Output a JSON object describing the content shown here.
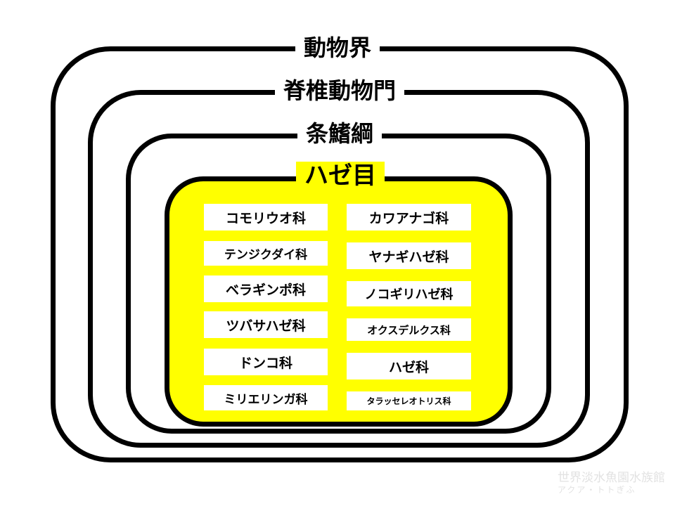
{
  "levels": {
    "kingdom": "動物界",
    "phylum": "脊椎動物門",
    "class": "条鰭綱",
    "order": "ハゼ目"
  },
  "families_left": [
    "コモリウオ科",
    "テンジクダイ科",
    "ベラギンポ科",
    "ツバサハゼ科",
    "ドンコ科",
    "ミリエリンガ科"
  ],
  "families_right": [
    "カワアナゴ科",
    "ヤナギハゼ科",
    "ノコギリハゼ科",
    "オクスデルクス科",
    "ハゼ科",
    "タラッセレオトリス科"
  ],
  "watermark": {
    "title": "世界淡水魚園水族館",
    "subtitle": "アクア・トトぎふ"
  },
  "colors": {
    "order_fill": "#ffff00",
    "stroke": "#000000"
  }
}
